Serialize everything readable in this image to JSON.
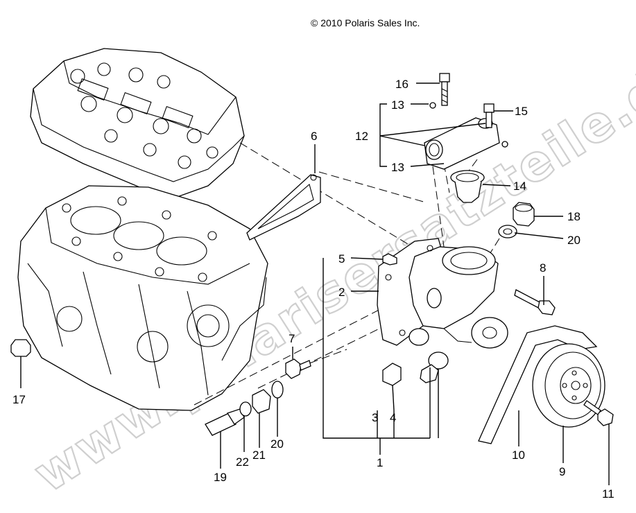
{
  "copyright": "© 2010 Polaris Sales Inc.",
  "watermark": "www.polarisersatzteile.de",
  "callouts": {
    "c1": "1",
    "c2": "2",
    "c3": "3",
    "c4": "4",
    "c5": "5",
    "c6": "6",
    "c7": "7",
    "c8": "8",
    "c9": "9",
    "c10": "10",
    "c11": "11",
    "c12": "12",
    "c13a": "13",
    "c13b": "13",
    "c14": "14",
    "c15": "15",
    "c16": "16",
    "c17": "17",
    "c18": "18",
    "c19": "19",
    "c20a": "20",
    "c20b": "20",
    "c21": "21",
    "c22": "22"
  }
}
